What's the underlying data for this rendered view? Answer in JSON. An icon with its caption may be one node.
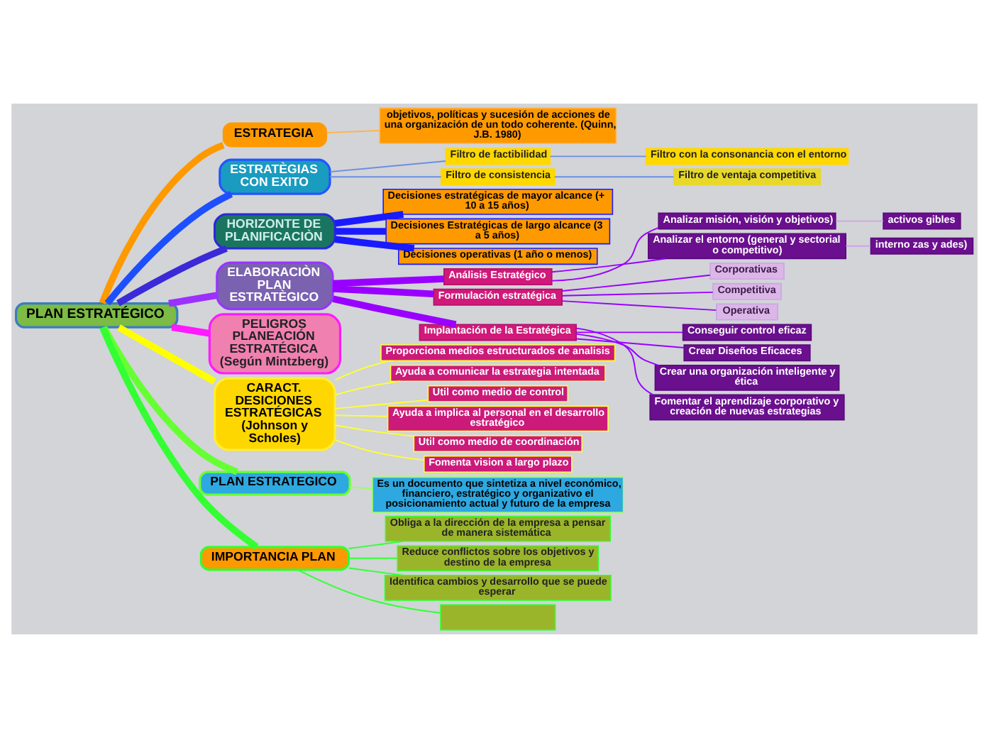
{
  "diagram": {
    "nodes": [
      {
        "text": [
          "PLAN ESTRATÉGICO"
        ]
      },
      {
        "text": [
          "ESTRATEGIA"
        ]
      },
      {
        "text": [
          "objetivos, políticas y sucesión de acciones de una organización de un todo coherente. (Quinn, J.B. 1980)"
        ]
      },
      {
        "text": [
          "ESTRATÈGIAS CON EXITO"
        ]
      },
      {
        "text": [
          "Filtro con la consonancia con el entorno"
        ]
      },
      {
        "text": [
          "Filtro de ventaja competitiva"
        ]
      },
      {
        "text": [
          "Filtro de factibilidad"
        ]
      },
      {
        "text": [
          "Filtro de consistencia"
        ]
      },
      {
        "text": [
          "HORIZONTE DE PLANIFICACIÒN"
        ]
      },
      {
        "text": [
          "Decisiones estratégicas de mayor alcance (+ 10 a 15 años)"
        ]
      },
      {
        "text": [
          "Decisiones Estratégicas de largo alcance (3 a 5 años)"
        ]
      },
      {
        "text": [
          "Decisiones operativas (1 año o menos)"
        ]
      },
      {
        "text": [
          "ELABORACIÒN PLAN ESTRATÈGICO"
        ]
      },
      {
        "text": [
          "Análisis Estratégico"
        ]
      },
      {
        "text": [
          "Analizar misión, visión y objetivos)"
        ]
      },
      {
        "text": [
          "activos gibles"
        ]
      },
      {
        "text": [
          "Analizar el entorno (general y sectorial o competitivo)"
        ]
      },
      {
        "text": [
          "interno zas y ades)"
        ]
      },
      {
        "text": [
          "Formulación estratégica"
        ]
      },
      {
        "text": [
          "Corporativas"
        ]
      },
      {
        "text": [
          "Competitiva"
        ]
      },
      {
        "text": [
          "Operativa"
        ]
      },
      {
        "text": [
          "Implantación de la Estratégica"
        ]
      },
      {
        "text": [
          "Conseguir control eficaz"
        ]
      },
      {
        "text": [
          "Crear Diseños Eficaces"
        ]
      },
      {
        "text": [
          "Crear una organización inteligente y ética"
        ]
      },
      {
        "text": [
          "Fomentar el aprendizaje corporativo y creación de nuevas estrategias"
        ]
      },
      {
        "text": [
          "PELIGROS PLANEACIÓN ESTRATÉGICA",
          "(Según Mintzberg)"
        ]
      },
      {
        "text": [
          "CARACT. DESICIONES ESTRATÉGICAS (Johnson y Scholes)"
        ]
      },
      {
        "text": [
          "Proporciona medios estructurados de analisis"
        ]
      },
      {
        "text": [
          "Ayuda a comunicar la estrategia intentada"
        ]
      },
      {
        "text": [
          "Util como medio de control"
        ]
      },
      {
        "text": [
          "Ayuda a implica al personal en el desarrollo estratégico"
        ]
      },
      {
        "text": [
          "Util como medio de coordinación"
        ]
      },
      {
        "text": [
          "Fomenta vision a largo plazo"
        ]
      },
      {
        "text": [
          "PLAN ESTRATEGICO"
        ]
      },
      {
        "text": [
          "Es un documento que sintetiza a nivel económico, financiero, estratégico y organizativo el posicionamiento actual y futuro de la empresa"
        ]
      },
      {
        "text": [
          "IMPORTANCIA PLAN"
        ]
      },
      {
        "text": [
          "Obliga a la dirección de la empresa a pensar de manera sistemática"
        ]
      },
      {
        "text": [
          "Reduce conflictos sobre los objetivos y destino de la empresa"
        ]
      },
      {
        "text": [
          "Identifica cambios y desarrollo que se puede esperar"
        ]
      },
      {
        "text": [],
        "shape": "box"
      }
    ],
    "edges": [
      {
        "from": 0,
        "to": 1,
        "arrow": "none",
        "style": "thick",
        "color": "#ff9900"
      },
      {
        "from": 1,
        "to": 2,
        "arrow": "none",
        "color": "#ffb347"
      },
      {
        "from": 0,
        "to": 3,
        "arrow": "none",
        "style": "thick",
        "color": "#1e4fff"
      },
      {
        "from": 3,
        "to": 6,
        "arrow": "none",
        "color": "#6b8fe0"
      },
      {
        "from": 3,
        "to": 7,
        "arrow": "none",
        "color": "#6b8fe0"
      },
      {
        "from": 6,
        "to": 4,
        "arrow": "none",
        "color": "#6b8fe0"
      },
      {
        "from": 7,
        "to": 5,
        "arrow": "none",
        "color": "#6b8fe0"
      },
      {
        "from": 0,
        "to": 8,
        "arrow": "none",
        "style": "thick",
        "color": "#3a2ad8"
      },
      {
        "from": 8,
        "to": 9,
        "arrow": "none",
        "style": "thick",
        "color": "#1a1aff"
      },
      {
        "from": 8,
        "to": 10,
        "arrow": "none",
        "style": "thick",
        "color": "#1a1aff"
      },
      {
        "from": 8,
        "to": 11,
        "arrow": "none",
        "style": "thick",
        "color": "#1a1aff"
      },
      {
        "from": 0,
        "to": 12,
        "arrow": "none",
        "style": "thick",
        "color": "#9b30ff"
      },
      {
        "from": 12,
        "to": 13,
        "arrow": "none",
        "style": "thick",
        "color": "#9900ff"
      },
      {
        "from": 13,
        "to": 14,
        "arrow": "none",
        "color": "#9900ff"
      },
      {
        "from": 13,
        "to": 16,
        "arrow": "none",
        "color": "#9900ff"
      },
      {
        "from": 14,
        "to": 15,
        "arrow": "none",
        "color": "#c9a6e6"
      },
      {
        "from": 16,
        "to": 17,
        "arrow": "none",
        "color": "#c9a6e6"
      },
      {
        "from": 12,
        "to": 18,
        "arrow": "none",
        "style": "thick",
        "color": "#9900ff"
      },
      {
        "from": 18,
        "to": 19,
        "arrow": "none",
        "color": "#9900ff"
      },
      {
        "from": 18,
        "to": 20,
        "arrow": "none",
        "color": "#9900ff"
      },
      {
        "from": 18,
        "to": 21,
        "arrow": "none",
        "color": "#9900ff"
      },
      {
        "from": 12,
        "to": 22,
        "arrow": "none",
        "style": "thick",
        "color": "#9900ff"
      },
      {
        "from": 22,
        "to": 23,
        "arrow": "none",
        "color": "#9900ff"
      },
      {
        "from": 22,
        "to": 24,
        "arrow": "none",
        "color": "#9900ff"
      },
      {
        "from": 22,
        "to": 25,
        "arrow": "none",
        "color": "#9900ff"
      },
      {
        "from": 22,
        "to": 26,
        "arrow": "none",
        "color": "#9900ff"
      },
      {
        "from": 0,
        "to": 27,
        "arrow": "none",
        "style": "thick",
        "color": "#ff1aff"
      },
      {
        "from": 0,
        "to": 28,
        "arrow": "none",
        "style": "thick",
        "color": "#ffff00"
      },
      {
        "from": 28,
        "to": 29,
        "arrow": "none",
        "color": "#ffff33"
      },
      {
        "from": 28,
        "to": 30,
        "arrow": "none",
        "color": "#ffff33"
      },
      {
        "from": 28,
        "to": 31,
        "arrow": "none",
        "color": "#ffff33"
      },
      {
        "from": 28,
        "to": 32,
        "arrow": "none",
        "color": "#ffff33"
      },
      {
        "from": 28,
        "to": 33,
        "arrow": "none",
        "color": "#ffff33"
      },
      {
        "from": 28,
        "to": 34,
        "arrow": "none",
        "color": "#ffff33"
      },
      {
        "from": 0,
        "to": 35,
        "arrow": "none",
        "style": "thick",
        "color": "#66ff33"
      },
      {
        "from": 35,
        "to": 36,
        "arrow": "none",
        "color": "#99ff66"
      },
      {
        "from": 0,
        "to": 37,
        "arrow": "none",
        "style": "thick",
        "color": "#33ff33"
      },
      {
        "from": 37,
        "to": 38,
        "arrow": "none",
        "color": "#33ff33"
      },
      {
        "from": 37,
        "to": 39,
        "arrow": "none",
        "color": "#33ff33"
      },
      {
        "from": 37,
        "to": 40,
        "arrow": "none",
        "color": "#33ff33"
      },
      {
        "from": 37,
        "to": 41,
        "arrow": "none",
        "color": "#33ff33"
      }
    ]
  }
}
